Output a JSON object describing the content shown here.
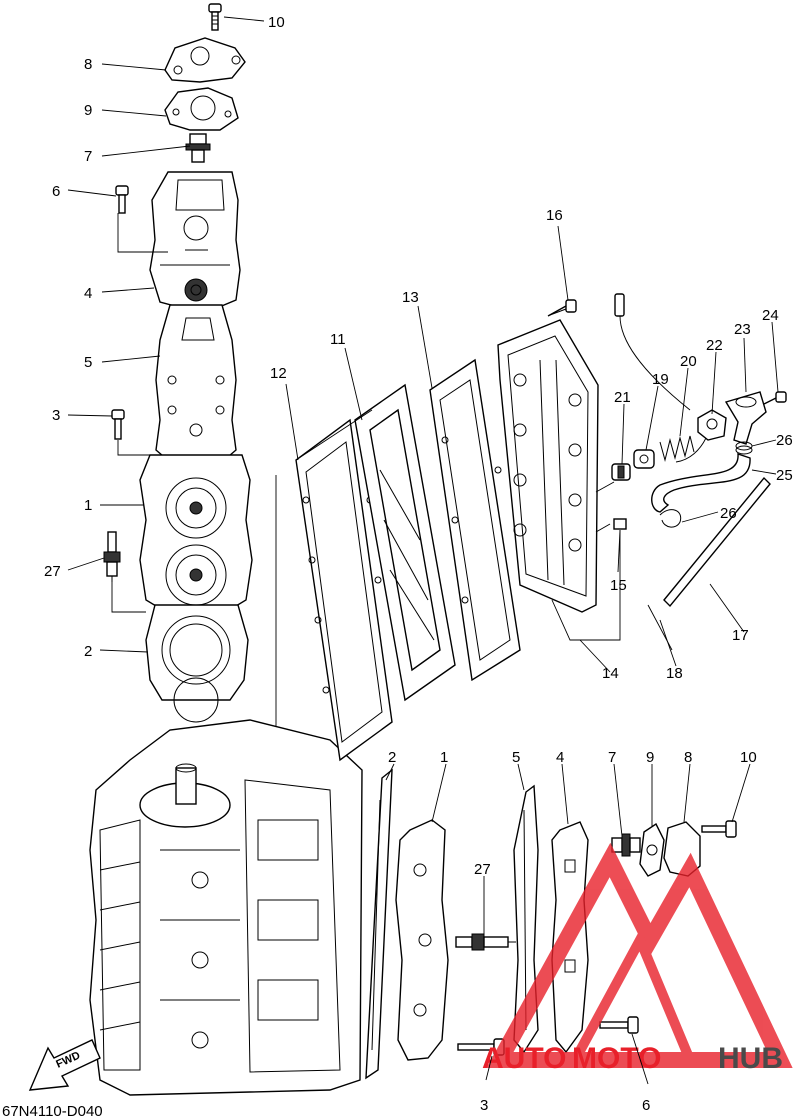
{
  "diagram_code": "67N4110-D040",
  "fwd_label": "FWD",
  "watermark": {
    "left": "AUTO",
    "middle": "MOTO",
    "right": "HUB",
    "accent_color": "#e8202a",
    "dark_color": "#4a4a4a"
  },
  "callouts": {
    "c10a": "10",
    "c8a": "8",
    "c9a": "9",
    "c7a": "7",
    "c6a": "6",
    "c4a": "4",
    "c5a": "5",
    "c3a": "3",
    "c1a": "1",
    "c27a": "27",
    "c2a": "2",
    "c12": "12",
    "c11": "11",
    "c13": "13",
    "c16": "16",
    "c21": "21",
    "c19": "19",
    "c20": "20",
    "c22": "22",
    "c23": "23",
    "c24": "24",
    "c26a": "26",
    "c25": "25",
    "c26b": "26",
    "c15": "15",
    "c17": "17",
    "c14": "14",
    "c18": "18",
    "c2b": "2",
    "c1b": "1",
    "c5b": "5",
    "c4b": "4",
    "c7b": "7",
    "c9b": "9",
    "c8b": "8",
    "c10b": "10",
    "c27b": "27",
    "c3b": "3",
    "c6b": "6"
  }
}
